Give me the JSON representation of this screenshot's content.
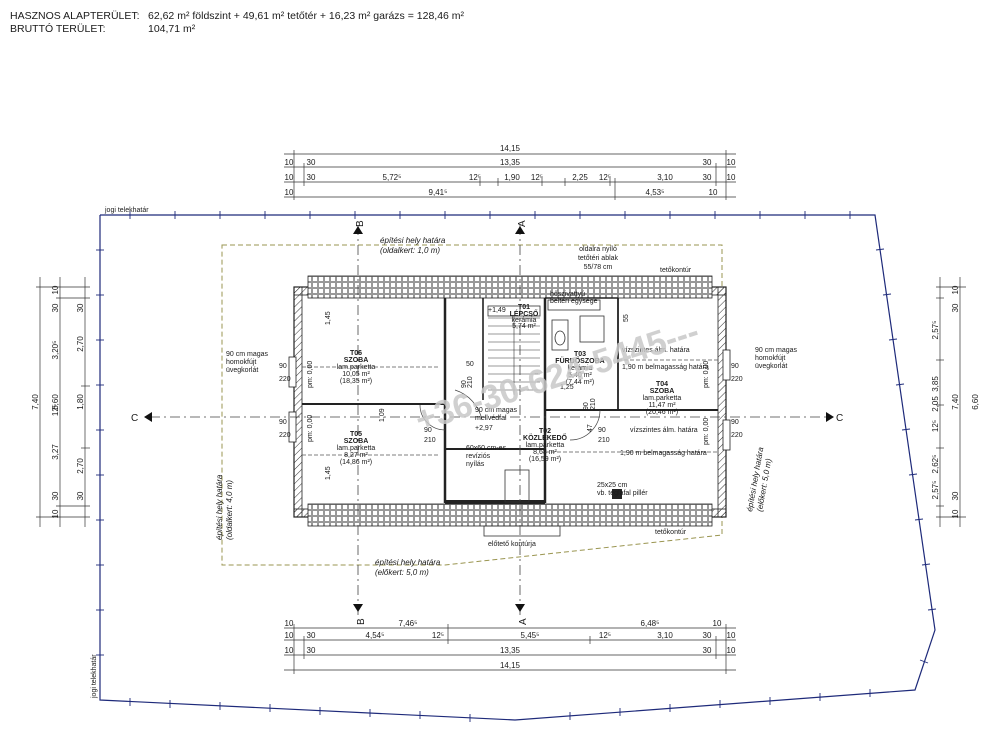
{
  "header": {
    "usable_label": "HASZNOS ALAPTERÜLET:",
    "usable_value": "62,62 m² földszint + 49,61 m² tetőtér + 16,23 m² garázs = 128,46 m²",
    "gross_label": "BRUTTÓ TERÜLET:",
    "gross_value": "104,71 m²"
  },
  "plot": {
    "boundary_label_top": "jogi telekhatár",
    "boundary_label_left": "jogi telekhatár"
  },
  "build_limits": {
    "top_1": "építési hely határa",
    "top_2": "(oldalkert: 1,0 m)",
    "bottom_1": "építési hely határa",
    "bottom_2": "(előkert: 5,0 m)",
    "left_1": "építési hely határa",
    "left_2": "(oldalkert: 4,0 m)",
    "right_1": "építési hely határa",
    "right_2": "(előkert: 5,0 m)"
  },
  "sections": {
    "a": "A",
    "b": "B",
    "c": "C"
  },
  "dims": {
    "top_total": "14,15",
    "top_row2": [
      "10",
      "30",
      "13,35",
      "30",
      "10"
    ],
    "top_row3": [
      "10",
      "30",
      "5,72⁵",
      "12⁵",
      "1,90",
      "12⁵",
      "2,25",
      "12⁵",
      "3,10",
      "30",
      "10"
    ],
    "top_row4": [
      "10",
      "9,41⁵",
      "4,53⁵",
      "10"
    ],
    "bottom_row1": [
      "10",
      "7,46⁵",
      "6,48⁵",
      "10"
    ],
    "bottom_row2": [
      "10",
      "30",
      "4,54⁵",
      "12⁵",
      "5,45⁵",
      "12⁵",
      "3,10",
      "30",
      "10"
    ],
    "bottom_row3": [
      "10",
      "30",
      "13,35",
      "30",
      "10"
    ],
    "bottom_total": "14,15",
    "left_total": "7,40",
    "left_col2": [
      "10",
      "30",
      "6,60",
      "30",
      "10"
    ],
    "left_col3": [
      "30",
      "2,70",
      "1,80",
      "2,70",
      "30"
    ],
    "left_col4": [
      "1,45",
      "3,20⁵",
      "12⁵",
      "3,27",
      "1,45"
    ],
    "right_total": "7,40",
    "right_col2": [
      "10",
      "30",
      "6,60",
      "30",
      "10"
    ],
    "right_col3": [
      "2,57⁵",
      "3,85",
      "2,05",
      "12⁵",
      "2,62⁵",
      "2,57⁵"
    ]
  },
  "rooms": {
    "t06": {
      "code": "T06",
      "name": "SZOBA",
      "floor": "lam.parketta",
      "area": "10,05 m²",
      "gross": "(18,35 m²)"
    },
    "t05": {
      "code": "T05",
      "name": "SZOBA",
      "floor": "lam.parketta",
      "area": "8,27 m²",
      "gross": "(14,86 m²)"
    },
    "t01": {
      "code": "T01",
      "name": "LÉPCSŐ",
      "floor": "kerámia",
      "area": "5,74 m²"
    },
    "t03": {
      "code": "T03",
      "name": "FÜRDŐSZOBA",
      "floor": "kerámia",
      "area": "5,40 m²",
      "gross": "(7,44 m²)"
    },
    "t04": {
      "code": "T04",
      "name": "SZOBA",
      "floor": "lam.parketta",
      "area": "11,47 m²",
      "gross": "(20,46 m²)"
    },
    "t02": {
      "code": "T02",
      "name": "KÖZLEKEDŐ",
      "floor": "lam.parketta",
      "area": "8,68 m²",
      "gross": "(16,59 m²)"
    }
  },
  "notes": {
    "glass_left_1": "90 cm magas",
    "glass_left_2": "homokfújt",
    "glass_left_3": "üvegkorlát",
    "glass_right_1": "90 cm magas",
    "glass_right_2": "homokfújt",
    "glass_right_3": "üvegkorlát",
    "skylight_1": "oldalra nyíló",
    "skylight_2": "tetőtéri ablak",
    "skylight_3": "55/78 cm",
    "roof_top": "tetőkontúr",
    "roof_bottom": "tetőkontúr",
    "canopy": "előtető kontúrja",
    "railing_1": "90 cm magas",
    "railing_2": "mellvédfal",
    "hatch_1": "60x60 cm-es",
    "hatch_2": "revíziós",
    "hatch_3": "nyílás",
    "pillar_1": "25x25 cm",
    "pillar_2": "vb. téglafal pillér",
    "clearance_top": "1,90 m belmagasság határa",
    "clearance_bot": "1,90 m belmagasság határa",
    "horiz_top": "vízszintes álm. határa",
    "horiz_bot": "vízszintes álm. határa",
    "hp": "hőszivattyú",
    "hp2": "beltéri egysége",
    "lvl1": "+1,49",
    "lvl2": "+2,97",
    "pm": "pm: 0,00",
    "d90": "90",
    "d220": "220",
    "d210": "210",
    "d50": "50",
    "d55": "55",
    "d125": "1,25",
    "d109": "1,09",
    "d47": "47"
  },
  "watermark": "+36-30-624-5445---"
}
